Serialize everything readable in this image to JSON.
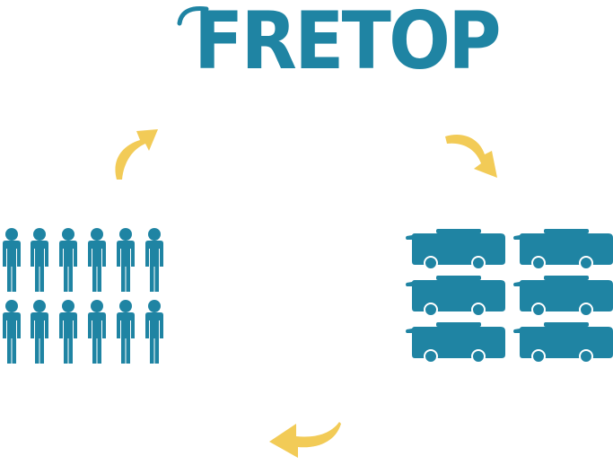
{
  "logo": {
    "text": "FRETOP"
  },
  "icons": {
    "person": "person-icon",
    "bus": "bus-icon",
    "arrow": "curved-arrow-icon"
  },
  "people_group": {
    "rows": 2,
    "per_row": 6
  },
  "bus_group": {
    "rows": 3,
    "per_row": 2
  },
  "colors": {
    "primary": "#1f84a3",
    "arrow": "#f2cb57",
    "background": "#ffffff"
  }
}
